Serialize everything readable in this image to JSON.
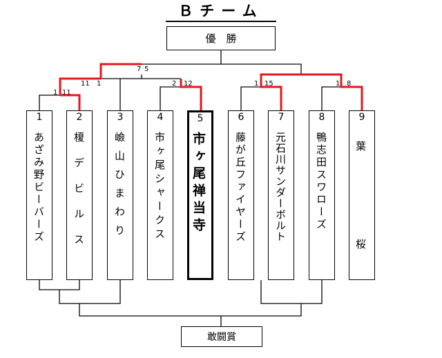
{
  "title": "Ｂチーム",
  "champion_label": "優　勝",
  "consolation_label": "敢闘賞",
  "teams": [
    {
      "num": "1",
      "name": "あざみ野ビーバーズ"
    },
    {
      "num": "2",
      "name": "榎デビルス"
    },
    {
      "num": "3",
      "name": "嶮山ひまわり"
    },
    {
      "num": "4",
      "name": "市ヶ尾シャークス"
    },
    {
      "num": "5",
      "name": "市ヶ尾禅当寺"
    },
    {
      "num": "6",
      "name": "藤が丘ファイヤーズ"
    },
    {
      "num": "7",
      "name": "元石川サンダーボルト"
    },
    {
      "num": "8",
      "name": "鴨志田スワローズ"
    },
    {
      "num": "9",
      "name_top": "葉",
      "name_bottom": "桜"
    }
  ],
  "scores": {
    "m1_left": "1",
    "m1_right": "11",
    "m2_left": "11",
    "m2_right": "1",
    "m3_left": "2",
    "m3_right": "12",
    "m4_left": "7",
    "m4_right": "5",
    "m5_left": "1",
    "m5_right": "15",
    "m6_left": "1",
    "m6_right": "8"
  },
  "colors": {
    "winner_line": "#e8141c",
    "line": "#000000"
  }
}
